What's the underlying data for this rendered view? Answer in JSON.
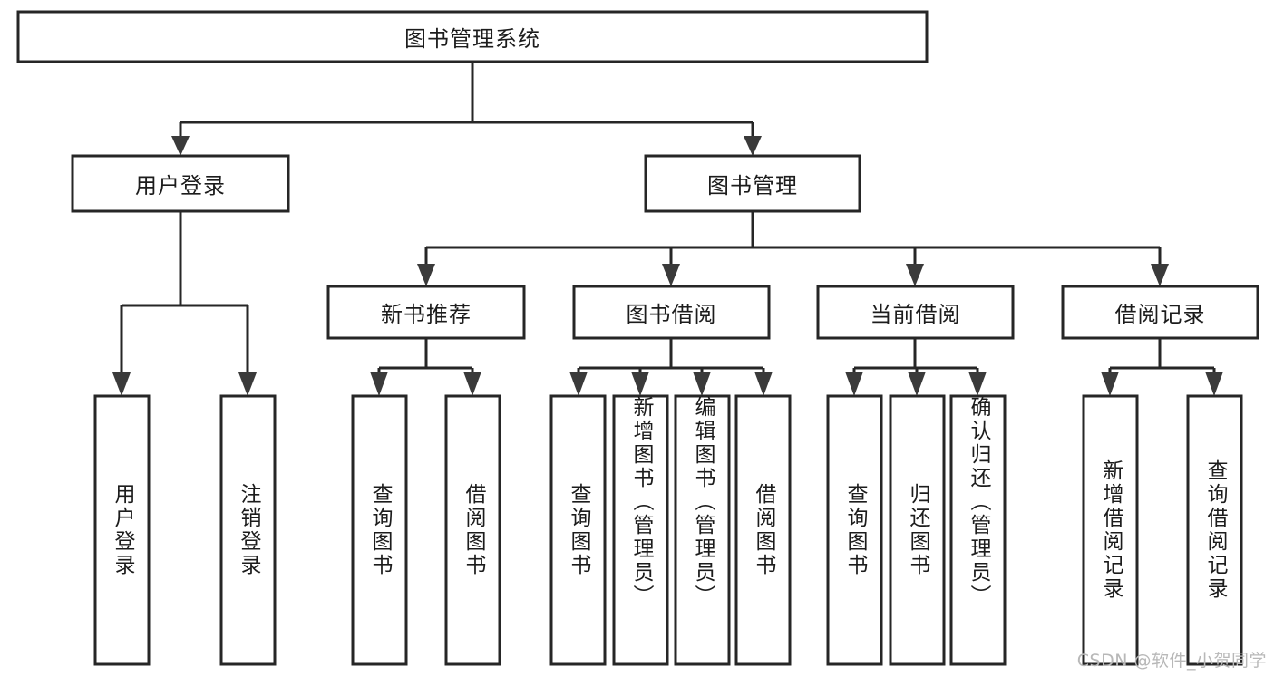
{
  "diagram": {
    "type": "tree",
    "title": "图书管理系统",
    "orientation": "top-down",
    "colors": {
      "box_fill": "#ffffff",
      "box_stroke": "#262626",
      "connector": "#262626",
      "text": "#1c1c1c",
      "background": "#ffffff",
      "watermark": "#b8b8b8"
    },
    "root": {
      "label": "图书管理系统",
      "text_direction": "horizontal"
    },
    "level2": [
      {
        "id": "user-login",
        "label": "用户登录",
        "text_direction": "horizontal"
      },
      {
        "id": "book-manage",
        "label": "图书管理",
        "text_direction": "horizontal"
      }
    ],
    "level3": [
      {
        "id": "new-book-recommend",
        "label": "新书推荐",
        "parent": "book-manage",
        "text_direction": "horizontal"
      },
      {
        "id": "book-borrow",
        "label": "图书借阅",
        "parent": "book-manage",
        "text_direction": "horizontal"
      },
      {
        "id": "current-borrow",
        "label": "当前借阅",
        "parent": "book-manage",
        "text_direction": "horizontal"
      },
      {
        "id": "borrow-record",
        "label": "借阅记录",
        "parent": "book-manage",
        "text_direction": "horizontal"
      }
    ],
    "leaves": [
      {
        "id": "leaf-user-login",
        "label": "用户登录",
        "parent": "user-login",
        "text_direction": "vertical"
      },
      {
        "id": "leaf-logout",
        "label": "注销登录",
        "parent": "user-login",
        "text_direction": "vertical"
      },
      {
        "id": "leaf-query-book-1",
        "label": "查询图书",
        "parent": "new-book-recommend",
        "text_direction": "vertical"
      },
      {
        "id": "leaf-borrow-book-1",
        "label": "借阅图书",
        "parent": "new-book-recommend",
        "text_direction": "vertical"
      },
      {
        "id": "leaf-query-book-2",
        "label": "查询图书",
        "parent": "book-borrow",
        "text_direction": "vertical"
      },
      {
        "id": "leaf-add-book",
        "label": "新增图书（管理员）",
        "parent": "book-borrow",
        "text_direction": "vertical"
      },
      {
        "id": "leaf-edit-book",
        "label": "编辑图书（管理员）",
        "parent": "book-borrow",
        "text_direction": "vertical"
      },
      {
        "id": "leaf-borrow-book-2",
        "label": "借阅图书",
        "parent": "book-borrow",
        "text_direction": "vertical"
      },
      {
        "id": "leaf-query-book-3",
        "label": "查询图书",
        "parent": "current-borrow",
        "text_direction": "vertical"
      },
      {
        "id": "leaf-return-book",
        "label": "归还图书",
        "parent": "current-borrow",
        "text_direction": "vertical"
      },
      {
        "id": "leaf-confirm-return",
        "label": "确认归还（管理员）",
        "parent": "current-borrow",
        "text_direction": "vertical"
      },
      {
        "id": "leaf-add-record",
        "label": "新增借阅记录",
        "parent": "borrow-record",
        "text_direction": "vertical"
      },
      {
        "id": "leaf-query-record",
        "label": "查询借阅记录",
        "parent": "borrow-record",
        "text_direction": "vertical"
      }
    ]
  },
  "watermark": {
    "text": "CSDN @软件_小贺同学"
  }
}
